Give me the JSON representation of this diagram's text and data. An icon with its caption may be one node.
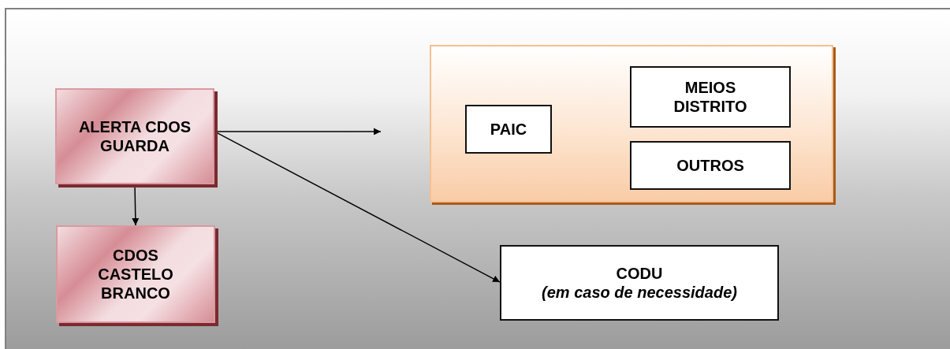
{
  "diagram": {
    "nodes": [
      {
        "text": [
          "ALERTA CDOS GUARDA"
        ]
      },
      {
        "text": [],
        "shape": "box"
      },
      {
        "text": [
          "PAIC"
        ],
        "in": 1
      },
      {
        "text": [
          "MEIOS DISTRITO"
        ],
        "in": 1
      },
      {
        "text": [
          "OUTROS"
        ],
        "in": 1
      },
      {
        "text": [
          "CDOS CASTELO BRANCO"
        ]
      },
      {
        "text": [
          "CODU",
          "(em caso de necessidade)"
        ]
      }
    ],
    "edges": [
      {
        "from": 0,
        "to": null,
        "arrow": "to"
      },
      {
        "from": 0,
        "to": 5,
        "arrow": "to"
      },
      {
        "from": 0,
        "to": 6,
        "arrow": "to"
      }
    ]
  }
}
